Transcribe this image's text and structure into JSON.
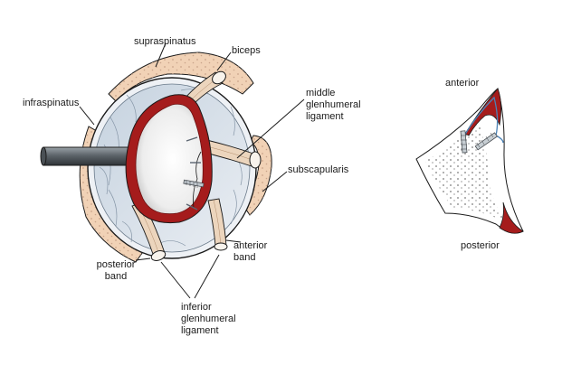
{
  "labels": {
    "supraspinatus": "supraspinatus",
    "biceps": "biceps",
    "infraspinatus": "infraspinatus",
    "middle_glenohumeral_ligament": [
      "middle",
      "glenhumeral",
      "ligament"
    ],
    "subscapularis": "subscapularis",
    "anterior_band": [
      "anterior",
      "band"
    ],
    "posterior_band": [
      "posterior",
      "band"
    ],
    "inferior_glenohumeral_ligament": [
      "inferior",
      "glenhumeral",
      "ligament"
    ],
    "anterior": "anterior",
    "posterior": "posterior"
  },
  "colors": {
    "muscle": "#f1d2b6",
    "joint_capsule": "#d9e1eb",
    "labrum": "#a51c1c",
    "glenoid": "#f4f4f4",
    "ligament": "#ecd5bd",
    "instrument": "#636a70",
    "outline": "#1a1a1a"
  }
}
